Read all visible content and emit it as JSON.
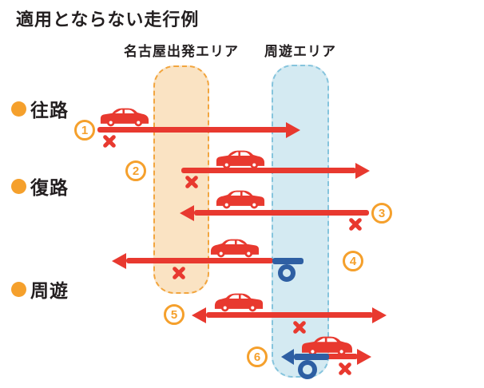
{
  "title": "適用とならない走行例",
  "zones": {
    "departure": {
      "label": "名古屋出発エリア",
      "fill": "#fae3c3",
      "border": "#f2a53e"
    },
    "tour": {
      "label": "周遊エリア",
      "fill": "#d4eaf2",
      "border": "#85c4dd"
    }
  },
  "categories": {
    "outbound": "往路",
    "return": "復路",
    "tour": "周遊"
  },
  "rows": [
    {
      "badge": "1",
      "category": "往路",
      "direction": "right",
      "marks": [
        "cross"
      ]
    },
    {
      "badge": "2",
      "category": "往路",
      "direction": "right",
      "marks": [
        "cross"
      ]
    },
    {
      "badge": "3",
      "category": "復路",
      "direction": "left",
      "marks": [
        "cross"
      ]
    },
    {
      "badge": "4",
      "category": "復路",
      "direction": "left",
      "marks": [
        "cross",
        "circle"
      ]
    },
    {
      "badge": "5",
      "category": "周遊",
      "direction": "both",
      "marks": [
        "cross"
      ]
    },
    {
      "badge": "6",
      "category": "周遊",
      "direction": "left-right",
      "marks": [
        "circle",
        "cross"
      ]
    }
  ],
  "marks": {
    "cross": "×",
    "circle": "○"
  },
  "colors": {
    "red": "#e8392f",
    "blue": "#2e5fa3",
    "orange_accent": "#f5a02c",
    "text": "#231f20",
    "departure_fill": "#fae3c3",
    "tour_fill": "#d4eaf2"
  }
}
